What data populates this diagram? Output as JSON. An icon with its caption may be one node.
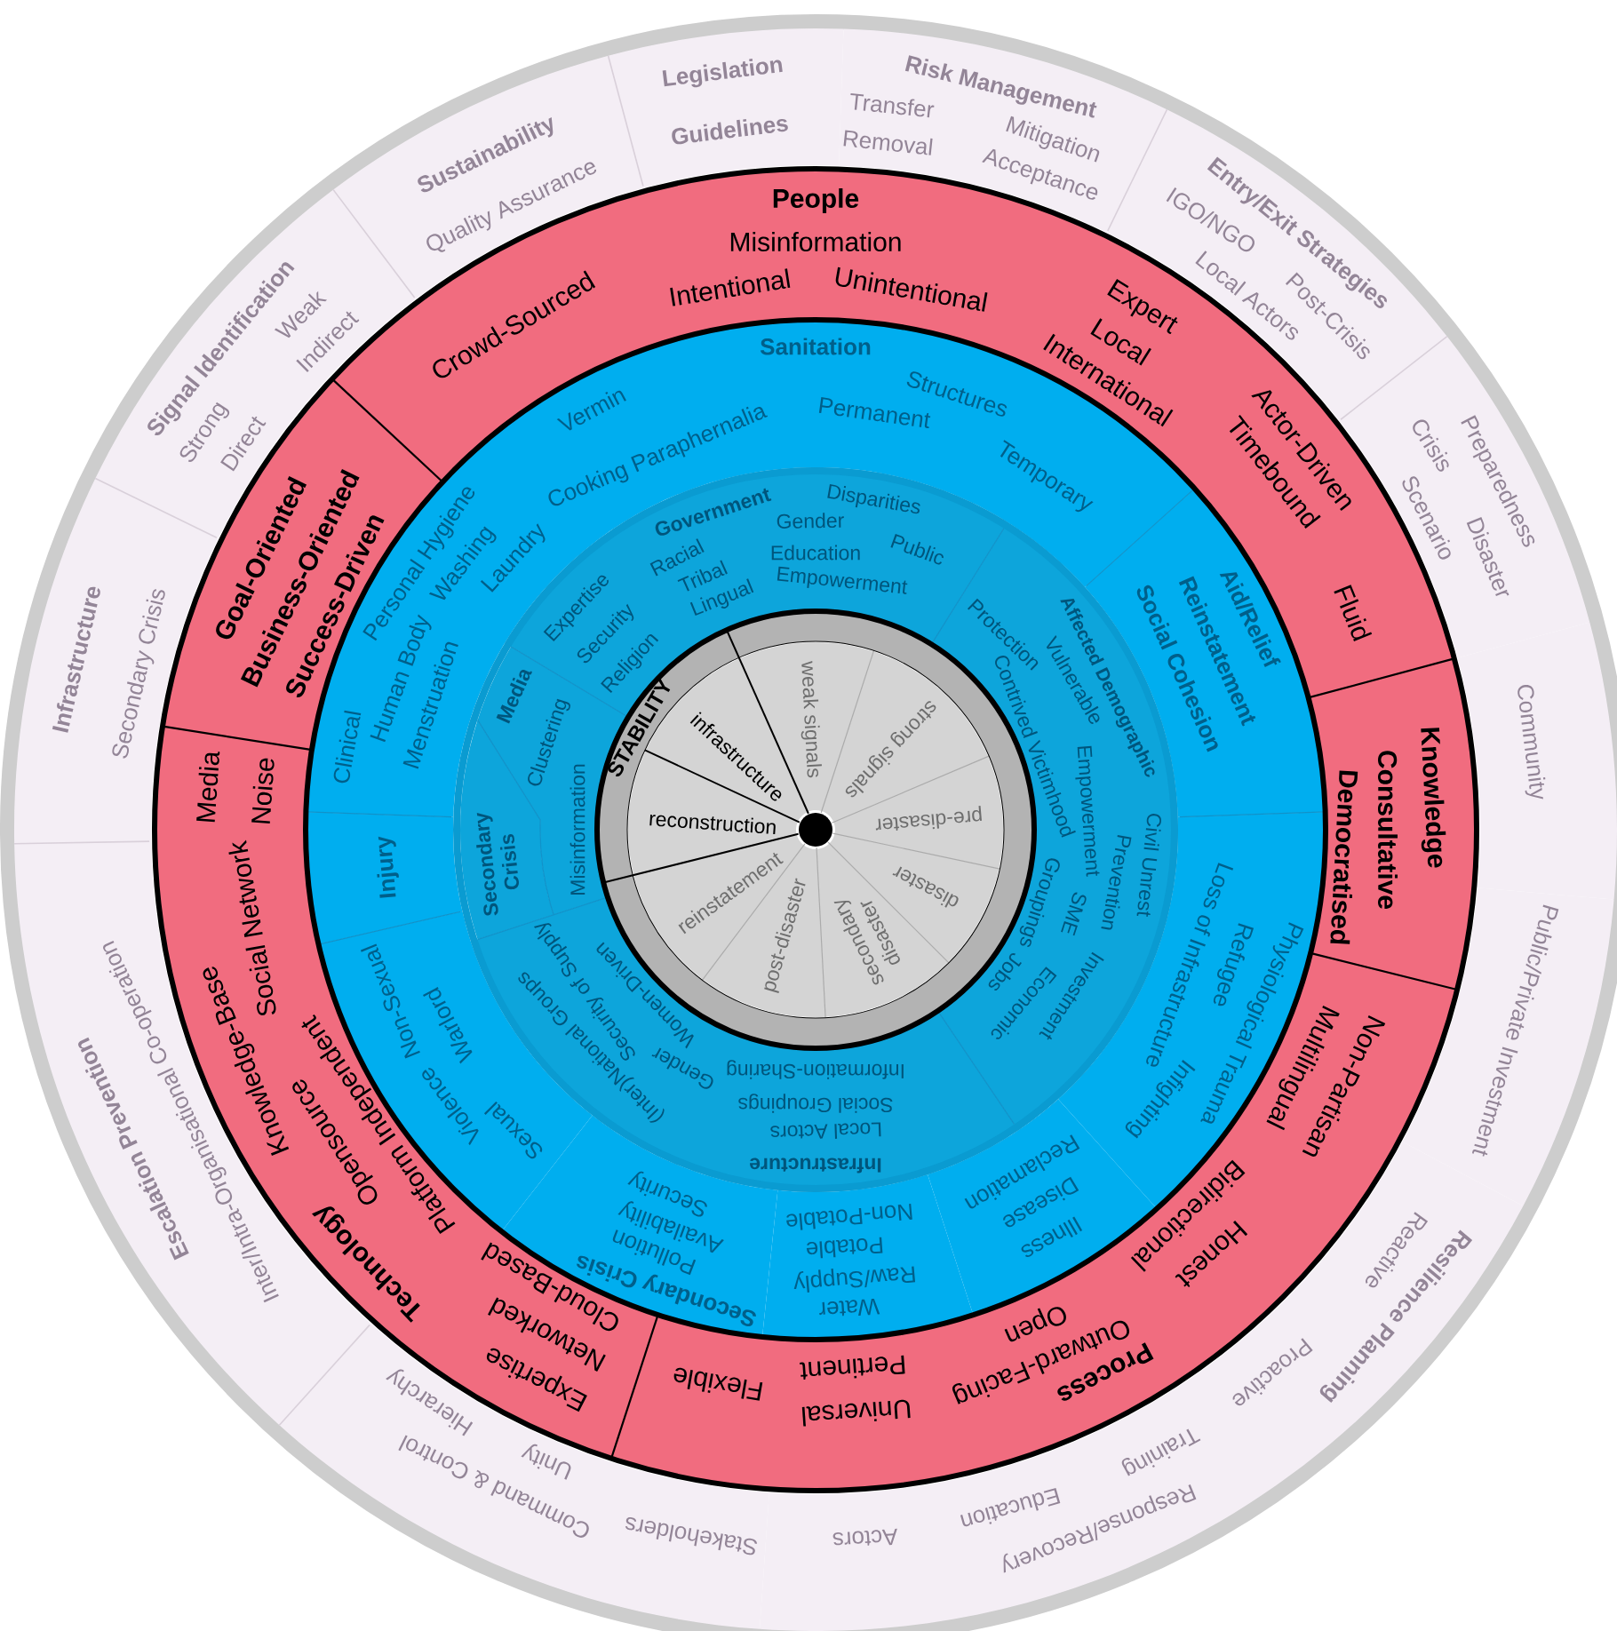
{
  "diagram": {
    "nodes": [
      {
        "text": [
          "Legislation",
          "Guidelines"
        ]
      },
      {
        "text": [
          "Risk Management",
          "Transfer",
          "Mitigation",
          "Removal",
          "Acceptance"
        ]
      },
      {
        "text": [
          "Entry/Exit Strategies",
          "IGO/NGO",
          "Post-Crisis",
          "Local Actors"
        ]
      },
      {
        "text": [
          "Preparedness",
          "Crisis",
          "Disaster",
          "Scenario"
        ]
      },
      {
        "text": [
          "Community"
        ]
      },
      {
        "text": [
          "Public/Private Investment"
        ]
      },
      {
        "text": [
          "Resilience Planning",
          "Reactive",
          "Proactive",
          "Training",
          "Response/Recovery",
          "Education",
          "Actors"
        ]
      },
      {
        "text": [
          "Stakeholders",
          "Command & Control",
          "Unity",
          "Hierarchy"
        ]
      },
      {
        "text": [
          "Escalation Prevention",
          "Inter/Intra-Organisational Co-operation"
        ]
      },
      {
        "text": [
          "Infrastructure",
          "Secondary Crisis"
        ]
      },
      {
        "text": [
          "Signal Identification",
          "Weak",
          "Indirect",
          "Strong",
          "Direct"
        ]
      },
      {
        "text": [
          "Sustainability",
          "Quality Assurance"
        ]
      },
      {
        "text": [
          "People",
          "Misinformation",
          "Intentional",
          "Unintentional",
          "Crowd-Sourced",
          "Expert",
          "Local",
          "International",
          "Actor-Driven",
          "Timebound",
          "Fluid"
        ]
      },
      {
        "text": [
          "Knowledge",
          "Consultative",
          "Democratised"
        ]
      },
      {
        "text": [
          "Process",
          "Outward-Facing",
          "Open",
          "Universal",
          "Pertinent",
          "Flexible",
          "Honest",
          "Bidirectional",
          "Non-Partisan",
          "Multilingual"
        ]
      },
      {
        "text": [
          "Technology",
          "Media",
          "Noise",
          "Social Network",
          "Knowledge-Base",
          "Opensource",
          "Platform Independent",
          "Cloud-Based",
          "Networked",
          "Expertise"
        ]
      },
      {
        "text": [
          "Goal-Oriented",
          "Business-Oriented",
          "Success-Driven"
        ]
      },
      {
        "text": [
          "Sanitation",
          "Structures",
          "Permanent",
          "Temporary",
          "Vermin",
          "Cooking Paraphernalia",
          "Laundry",
          "Personal Hygiene",
          "Washing",
          "Human Body",
          "Menstruation",
          "Clinical"
        ]
      },
      {
        "text": [
          "Aid/Relief",
          "Reinstatement",
          "Social Cohesion"
        ]
      },
      {
        "text": [
          "Physiological Trauma",
          "Refugee",
          "Loss of Infrastructure",
          "Infighting"
        ]
      },
      {
        "text": [
          "Illness",
          "Disease",
          "Reclamation"
        ]
      },
      {
        "text": [
          "Water",
          "Raw/Supply",
          "Potable",
          "Non-Potable"
        ]
      },
      {
        "text": [
          "Secondary Crisis",
          "Pollution",
          "Availability",
          "Security"
        ]
      },
      {
        "text": [
          "Non-Sexual",
          "Violence",
          "Warlord",
          "Sexual"
        ]
      },
      {
        "text": [
          "Injury"
        ]
      },
      {
        "text": [
          "Government",
          "Disparities",
          "Gender",
          "Racial",
          "Public",
          "Education",
          "Tribal",
          "Empowerment",
          "Lingual",
          "Expertise",
          "Security",
          "Religion"
        ]
      },
      {
        "text": [
          "Affected Demographic",
          "Civil Unrest",
          "Vulnerable",
          "Prevention",
          "Investment",
          "Protection",
          "Empowerment",
          "SME",
          "Economic",
          "Contrived Victimhood",
          "Groupings",
          "Jobs"
        ]
      },
      {
        "text": [
          "Infrastructure",
          "Local Actors",
          "(Inter)National Groups",
          "Social Groupings",
          "Gender",
          "Security of Supply",
          "Information-Sharing",
          "Women-Driven"
        ]
      },
      {
        "text": [
          "Secondary Crisis"
        ]
      },
      {
        "text": [
          "Media",
          "Clustering",
          "Misinformation"
        ]
      },
      {
        "text": [
          "weak signals"
        ]
      },
      {
        "text": [
          "strong signals"
        ]
      },
      {
        "text": [
          "pre-disaster"
        ]
      },
      {
        "text": [
          "disaster"
        ]
      },
      {
        "text": [
          "secondary disaster"
        ]
      },
      {
        "text": [
          "post-disaster"
        ]
      },
      {
        "text": [
          "reinstatement"
        ]
      },
      {
        "text": [
          "reconstruction"
        ]
      },
      {
        "text": [
          "infrastructure"
        ]
      }
    ],
    "labels": [
      "STABILITY"
    ]
  }
}
